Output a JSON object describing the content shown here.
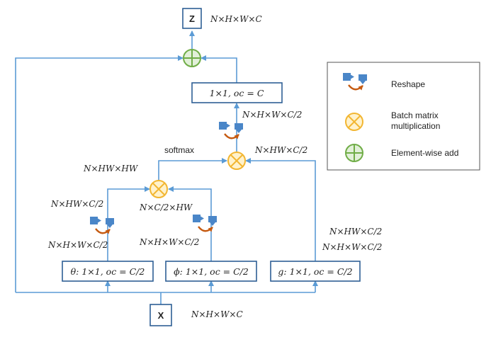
{
  "colors": {
    "line": "#5b9bd5",
    "box_stroke": "#2e5f95",
    "reshape_fill": "#4a86c8",
    "reshape_arrow": "#c55a11",
    "mult_fill": "#fff2cc",
    "mult_stroke": "#f2b632",
    "add_fill": "#e2f0d9",
    "add_stroke": "#70ad47"
  },
  "nodes": {
    "z": "Z",
    "x": "X"
  },
  "boxes": {
    "out_conv": "1×1, oc = C",
    "theta": "θ: 1×1, oc = C/2",
    "phi": "ϕ: 1×1, oc = C/2",
    "g": "g: 1×1, oc = C/2"
  },
  "labels": {
    "z_shape": "N×H×W×C",
    "x_shape": "N×H×W×C",
    "out_shape": "N×H×W×C/2",
    "softmax": "softmax",
    "g_reshaped": "N×HW×C/2",
    "attn_shape": "N×HW×HW",
    "theta_reshaped": "N×HW×C/2",
    "phi_reshaped": "N×C/2×HW",
    "theta_shape": "N×H×W×C/2",
    "phi_shape": "N×H×W×C/2",
    "g_shape_1": "N×HW×C/2",
    "g_shape_2": "N×H×W×C/2"
  },
  "legend": {
    "reshape": "Reshape",
    "batch_mult_line1": "Batch matrix",
    "batch_mult_line2": "multiplication",
    "elementwise_add": "Element-wise add"
  }
}
